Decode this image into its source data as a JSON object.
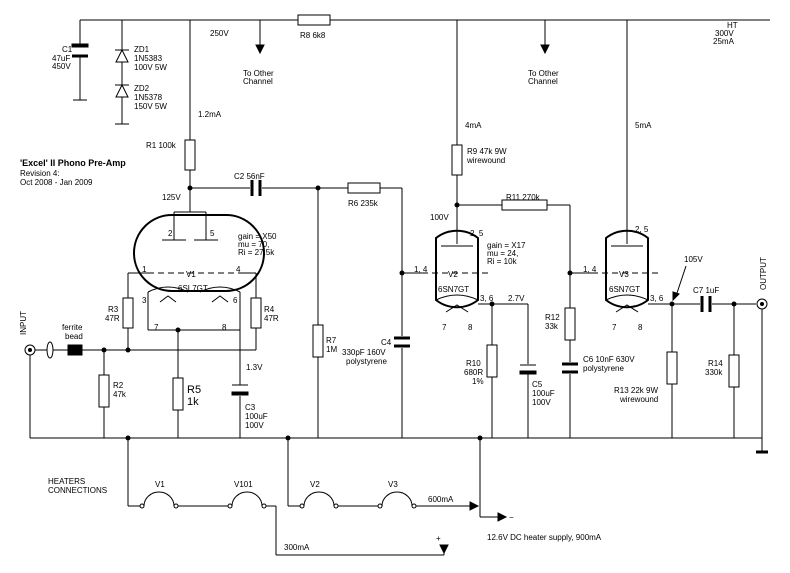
{
  "title": {
    "heading": "'Excel' II Phono Pre-Amp",
    "revision": "Revision 4:",
    "dates": "Oct 2008 - Jan 2009"
  },
  "supply": {
    "ht": [
      "HT",
      "300V",
      "25mA"
    ],
    "node_250": "250V",
    "other_channel": [
      "To Other",
      "Channel"
    ],
    "r8": "R8 6k8",
    "current_1": "1.2mA",
    "current_2": "4mA",
    "current_3": "5mA"
  },
  "components": {
    "c1": [
      "C1",
      "47uF",
      "450V"
    ],
    "zd1": [
      "ZD1",
      "1N5383",
      "100V 5W"
    ],
    "zd2": [
      "ZD2",
      "1N5378",
      "150V 5W"
    ],
    "r1": "R1 100k",
    "c2": "C2 56nF",
    "r6": "R6 235k",
    "r11": "R11 270k",
    "r9": [
      "R9 47k 9W",
      "wirewound"
    ],
    "r3": [
      "R3",
      "47R"
    ],
    "r4": [
      "R4",
      "47R"
    ],
    "r2": [
      "R2",
      "47k"
    ],
    "r5": [
      "R5",
      "1k"
    ],
    "c3": [
      "C3",
      "100uF",
      "100V"
    ],
    "r7": [
      "R7",
      "1M"
    ],
    "c4": [
      "C4",
      "330pF 160V",
      "polystyrene"
    ],
    "r10": [
      "R10",
      "680R",
      "1%"
    ],
    "c5": [
      "C5",
      "100uF",
      "100V"
    ],
    "r12": [
      "R12",
      "33k"
    ],
    "c6": [
      "C6 10nF 630V",
      "polystyrene"
    ],
    "r13": [
      "R13 22k 9W",
      "wirewound"
    ],
    "c7": "C7 1uF",
    "r14": [
      "R14",
      "330k"
    ],
    "ferrite": [
      "ferrite",
      "bead"
    ]
  },
  "voltages": {
    "v125": "125V",
    "v100": "100V",
    "v13": "1.3V",
    "v27": "2.7V",
    "v105": "105V"
  },
  "tubes": {
    "v1": {
      "name": "V1",
      "type": "6SL7GT",
      "specs": [
        "gain = X50",
        "mu = 70,",
        "Ri = 27.5k"
      ],
      "pins": [
        "2",
        "5",
        "1",
        "4",
        "3",
        "6",
        "7",
        "8"
      ]
    },
    "v2": {
      "name": "V2",
      "type": "6SN7GT",
      "specs": [
        "gain = X17",
        "mu = 24,",
        "Ri = 10k"
      ],
      "pins": [
        "2, 5",
        "1, 4",
        "3, 6",
        "7",
        "8"
      ]
    },
    "v3": {
      "name": "V3",
      "type": "6SN7GT",
      "pins": [
        "2, 5",
        "1, 4",
        "3, 6",
        "7",
        "8"
      ]
    }
  },
  "io": {
    "input": "INPUT",
    "output": "OUTPUT"
  },
  "heaters": {
    "label": [
      "HEATERS",
      "CONNECTIONS"
    ],
    "tubes": [
      "V1",
      "V101",
      "V2",
      "V3"
    ],
    "current_a": "600mA",
    "current_b": "300mA",
    "minus": "−",
    "plus": "+",
    "supply": "12.6V DC heater supply, 900mA"
  }
}
